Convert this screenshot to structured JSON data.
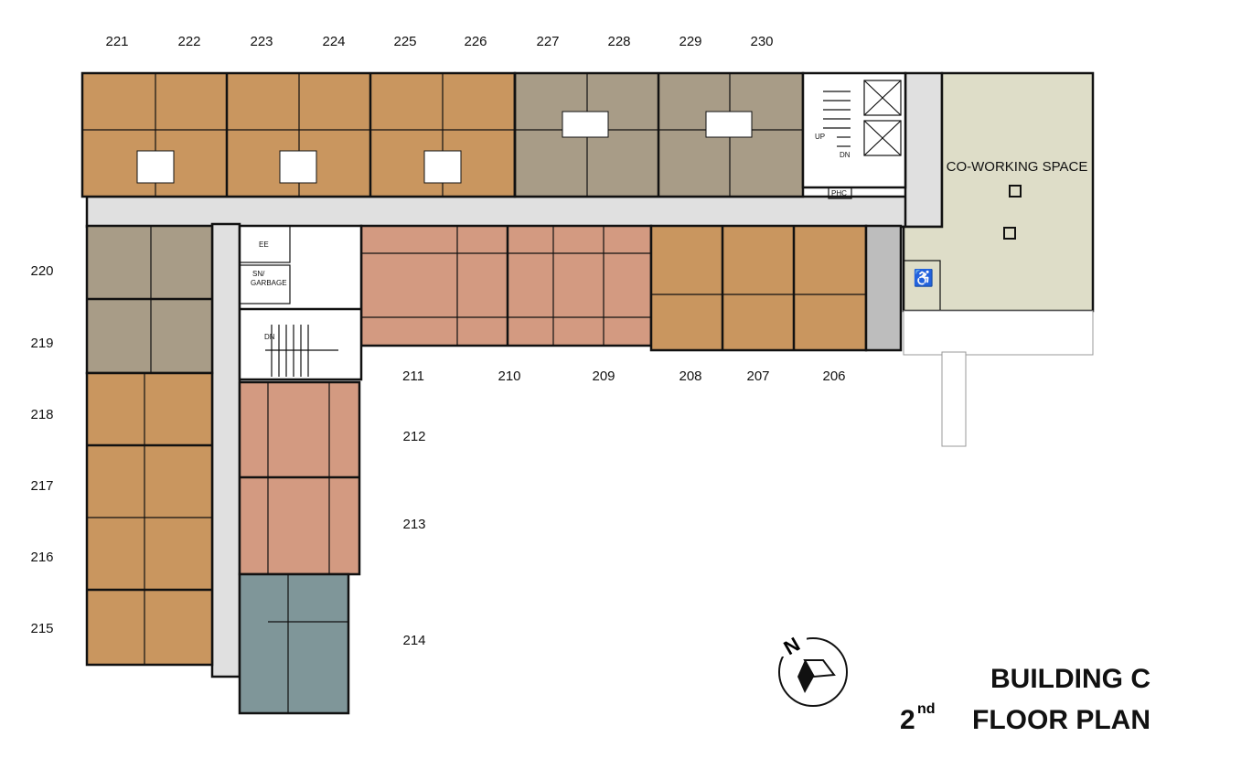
{
  "plan": {
    "title_line1": "BUILDING C",
    "title_line2_num": "2",
    "title_line2_sup": "nd",
    "title_line2_rest": "FLOOR PLAN",
    "compass_label": "N",
    "co_working_label": "CO-WORKING SPACE",
    "labels": {
      "ee": "EE",
      "sn": "SN/",
      "garbage": "GARBAGE",
      "up": "UP",
      "dn1": "DN",
      "dn2": "DN",
      "phc": "PHC"
    }
  },
  "units": {
    "top": [
      "221",
      "222",
      "223",
      "224",
      "225",
      "226",
      "227",
      "228",
      "229",
      "230"
    ],
    "left": [
      "220",
      "219",
      "218",
      "217",
      "216",
      "215"
    ],
    "middle": [
      "211",
      "210",
      "209",
      "208",
      "207",
      "206"
    ],
    "wing": [
      "212",
      "213",
      "214"
    ]
  },
  "colors": {
    "orange": "#C9965F",
    "taupe": "#A89C87",
    "salmon": "#D39A81",
    "teal": "#7F9699",
    "coworking": "#DEDDC8",
    "corridor": "#E0E0E0",
    "service": "#BDBDBD"
  }
}
